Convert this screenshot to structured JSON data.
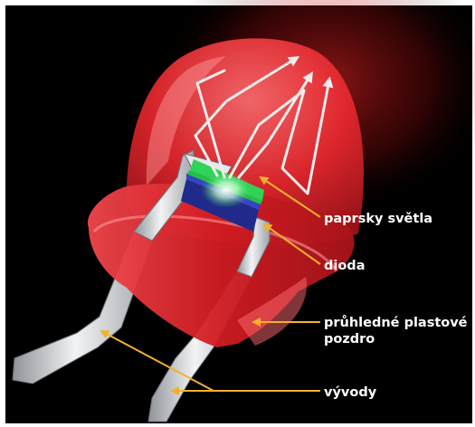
{
  "diagram": {
    "labels": {
      "light_rays": "paprsky světla",
      "diode": "dioda",
      "casing_line1": "průhledné plastové",
      "casing_line2": "pozdro",
      "leads": "vývody"
    },
    "colors": {
      "background": "#000000",
      "led_body": "#e8282e",
      "chip": "#22c04a",
      "leader_line": "#f2b12c",
      "lead_metal": "#d4d7db",
      "ray": "#f3ecec"
    },
    "icons": {
      "led": "led-icon",
      "chip": "diode-chip-icon",
      "arrow": "arrow-icon"
    }
  }
}
